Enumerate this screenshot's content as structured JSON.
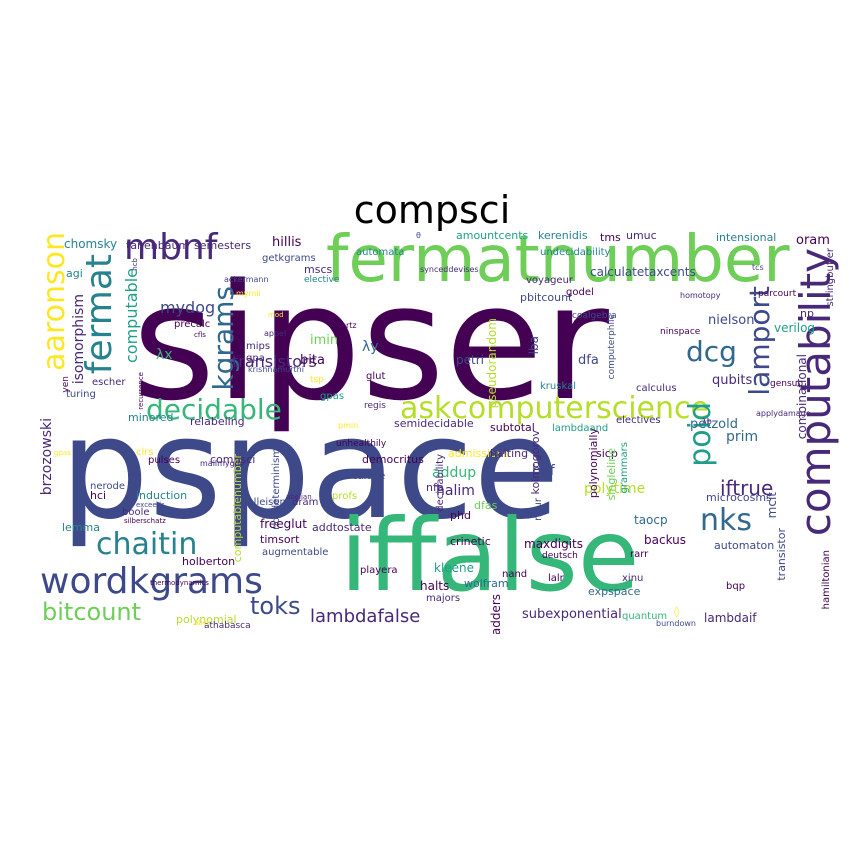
{
  "title": "compsci",
  "palette": [
    "#440154",
    "#482878",
    "#3e4989",
    "#31688e",
    "#26828e",
    "#1f9e89",
    "#35b779",
    "#6ece58",
    "#b5de2b",
    "#fde725"
  ],
  "words": [
    {
      "text": "sipser",
      "color": "#440154"
    },
    {
      "text": "pspace",
      "color": "#3e4989"
    },
    {
      "text": "iffalse",
      "color": "#35b779"
    },
    {
      "text": "fermatnumber",
      "color": "#6ece58"
    },
    {
      "text": "computability",
      "color": "#482878"
    },
    {
      "text": "wordkgrams",
      "color": "#3e4989"
    },
    {
      "text": "mbnf",
      "color": "#482878"
    },
    {
      "text": "fermat",
      "color": "#26828e"
    },
    {
      "text": "askcomputerscience",
      "color": "#b5de2b"
    },
    {
      "text": "decidable",
      "color": "#35b779"
    },
    {
      "text": "chaitin",
      "color": "#26828e"
    },
    {
      "text": "aaronson",
      "color": "#fde725"
    },
    {
      "text": "kgrams",
      "color": "#31688e"
    },
    {
      "text": "lamport",
      "color": "#3e4989"
    },
    {
      "text": "poid",
      "color": "#1f9e89"
    },
    {
      "text": "nks",
      "color": "#31688e"
    },
    {
      "text": "dcg",
      "color": "#31688e"
    },
    {
      "text": "toks",
      "color": "#3e4989"
    },
    {
      "text": "bitcount",
      "color": "#6ece58"
    },
    {
      "text": "lambdafalse",
      "color": "#482878"
    },
    {
      "text": "iftrue",
      "color": "#482878"
    },
    {
      "text": "computable",
      "color": "#1f9e89"
    },
    {
      "text": "isomorphism",
      "color": "#482878"
    },
    {
      "text": "brzozowski",
      "color": "#482878"
    },
    {
      "text": "mydog",
      "color": "#3e4989"
    },
    {
      "text": "transistors",
      "color": "#482878"
    },
    {
      "text": "chomsky",
      "color": "#26828e"
    },
    {
      "text": "tanenbaum",
      "color": "#482878"
    },
    {
      "text": "semesters",
      "color": "#482878"
    },
    {
      "text": "hillis",
      "color": "#440154"
    },
    {
      "text": "mscs",
      "color": "#482878"
    },
    {
      "text": "admissions",
      "color": "#fde725"
    },
    {
      "text": "amountcents",
      "color": "#1f9e89"
    },
    {
      "text": "kerenidis",
      "color": "#26828e"
    },
    {
      "text": "tms",
      "color": "#440154"
    },
    {
      "text": "umuc",
      "color": "#482878"
    },
    {
      "text": "intensional",
      "color": "#26828e"
    },
    {
      "text": "oram",
      "color": "#440154"
    },
    {
      "text": "np",
      "color": "#482878"
    },
    {
      "text": "verilog",
      "color": "#1f9e89"
    },
    {
      "text": "combinational",
      "color": "#482878"
    },
    {
      "text": "stringbuffer",
      "color": "#482878"
    },
    {
      "text": "qubits",
      "color": "#482878"
    },
    {
      "text": "petzold",
      "color": "#31688e"
    },
    {
      "text": "prim",
      "color": "#31688e"
    },
    {
      "text": "nielson",
      "color": "#3e4989"
    },
    {
      "text": "calculatetaxcents",
      "color": "#3e4989"
    },
    {
      "text": "pbitcount",
      "color": "#3e4989"
    },
    {
      "text": "godel",
      "color": "#440154"
    },
    {
      "text": "dfa",
      "color": "#3e4989"
    },
    {
      "text": "lba",
      "color": "#3e4989"
    },
    {
      "text": "pseudorandom",
      "color": "#b5de2b"
    },
    {
      "text": "petri",
      "color": "#3e4989"
    },
    {
      "text": "bita",
      "color": "#440154"
    },
    {
      "text": "imin",
      "color": "#6ece58"
    },
    {
      "text": "λy",
      "color": "#31688e"
    },
    {
      "text": "λx",
      "color": "#35b779"
    },
    {
      "text": "agi",
      "color": "#26828e"
    },
    {
      "text": "turing",
      "color": "#3e4989"
    },
    {
      "text": "escher",
      "color": "#482878"
    },
    {
      "text": "yen",
      "color": "#440154"
    },
    {
      "text": "lemma",
      "color": "#26828e"
    },
    {
      "text": "hci",
      "color": "#440154"
    },
    {
      "text": "induction",
      "color": "#26828e"
    },
    {
      "text": "freeglut",
      "color": "#440154"
    },
    {
      "text": "holberton",
      "color": "#440154"
    },
    {
      "text": "timsort",
      "color": "#440154"
    },
    {
      "text": "polynomial",
      "color": "#b5de2b"
    },
    {
      "text": "addtostate",
      "color": "#482878"
    },
    {
      "text": "democritus",
      "color": "#440154"
    },
    {
      "text": "halting",
      "color": "#482878"
    },
    {
      "text": "addup",
      "color": "#35b779"
    },
    {
      "text": "halim",
      "color": "#482878"
    },
    {
      "text": "bnf",
      "color": "#3e4989"
    },
    {
      "text": "polytime",
      "color": "#b5de2b"
    },
    {
      "text": "taocp",
      "color": "#31688e"
    },
    {
      "text": "backus",
      "color": "#440154"
    },
    {
      "text": "automaton",
      "color": "#3e4989"
    },
    {
      "text": "maxdigits",
      "color": "#440154"
    },
    {
      "text": "crinetic",
      "color": "#440154"
    },
    {
      "text": "kleene",
      "color": "#1f9e89"
    },
    {
      "text": "halts",
      "color": "#440154"
    },
    {
      "text": "wolfram",
      "color": "#31688e"
    },
    {
      "text": "majors",
      "color": "#482878"
    },
    {
      "text": "subexponential",
      "color": "#482878"
    },
    {
      "text": "lambdaif",
      "color": "#482878"
    },
    {
      "text": "quantum",
      "color": "#35b779"
    },
    {
      "text": "adders",
      "color": "#440154"
    },
    {
      "text": "nfa",
      "color": "#482878"
    },
    {
      "text": "phd",
      "color": "#440154"
    },
    {
      "text": "kolmogorov",
      "color": "#482878"
    },
    {
      "text": "decidability",
      "color": "#482878"
    },
    {
      "text": "sicp",
      "color": "#440154"
    },
    {
      "text": "dfas",
      "color": "#6ece58"
    },
    {
      "text": "profs",
      "color": "#b5de2b"
    },
    {
      "text": "dram",
      "color": "#482878"
    },
    {
      "text": "calude",
      "color": "#3e4989"
    },
    {
      "text": "felleisen",
      "color": "#3e4989"
    },
    {
      "text": "minored",
      "color": "#26828e"
    },
    {
      "text": "relabeling",
      "color": "#482878"
    },
    {
      "text": "semidecidable",
      "color": "#482878"
    },
    {
      "text": "subtotal",
      "color": "#440154"
    },
    {
      "text": "lambdaand",
      "color": "#1f9e89"
    },
    {
      "text": "electives",
      "color": "#482878"
    },
    {
      "text": "regis",
      "color": "#482878"
    },
    {
      "text": "glut",
      "color": "#440154"
    },
    {
      "text": "gpas",
      "color": "#1f9e89"
    },
    {
      "text": "kruskal",
      "color": "#26828e"
    },
    {
      "text": "undecidability",
      "color": "#26828e"
    },
    {
      "text": "voyageur",
      "color": "#482878"
    },
    {
      "text": "coalgebra",
      "color": "#3e4989"
    },
    {
      "text": "computerphile",
      "color": "#3e4989"
    },
    {
      "text": "ninspace",
      "color": "#440154"
    },
    {
      "text": "calculus",
      "color": "#482878"
    },
    {
      "text": "mips",
      "color": "#482878"
    },
    {
      "text": "gpa",
      "color": "#482878"
    },
    {
      "text": "precalc",
      "color": "#440154"
    },
    {
      "text": "getkgrams",
      "color": "#3e4989"
    },
    {
      "text": "automata",
      "color": "#26828e"
    },
    {
      "text": "polynomially",
      "color": "#440154"
    },
    {
      "text": "singleline",
      "color": "#6ece58"
    },
    {
      "text": "grammars",
      "color": "#1f9e89"
    },
    {
      "text": "microcosms",
      "color": "#3e4989"
    },
    {
      "text": "mcit",
      "color": "#3e4989"
    },
    {
      "text": "transistor",
      "color": "#3e4989"
    },
    {
      "text": "hamiltonian",
      "color": "#440154"
    },
    {
      "text": "bqp",
      "color": "#440154"
    },
    {
      "text": "xinu",
      "color": "#482878"
    },
    {
      "text": "deutsch",
      "color": "#440154"
    },
    {
      "text": "rarr",
      "color": "#440154"
    },
    {
      "text": "expspace",
      "color": "#31688e"
    },
    {
      "text": "lalr",
      "color": "#440154"
    },
    {
      "text": "nand",
      "color": "#440154"
    },
    {
      "text": "naur",
      "color": "#3e4989"
    },
    {
      "text": "pulses",
      "color": "#440154"
    },
    {
      "text": "clrs",
      "color": "#fde725"
    },
    {
      "text": "compsci",
      "color": "#482878"
    },
    {
      "text": "augmentable",
      "color": "#3e4989"
    },
    {
      "text": "playera",
      "color": "#440154"
    },
    {
      "text": "computablenumber",
      "color": "#b5de2b"
    },
    {
      "text": "nondeterminism",
      "color": "#3e4989"
    },
    {
      "text": "unhealthily",
      "color": "#440154"
    },
    {
      "text": "athabasca",
      "color": "#482878"
    },
    {
      "text": "burndown",
      "color": "#3e4989"
    },
    {
      "text": "elective",
      "color": "#26828e"
    },
    {
      "text": "tsp",
      "color": "#fde725"
    },
    {
      "text": "synceddevises",
      "color": "#482878"
    },
    {
      "text": "homotopy",
      "color": "#482878"
    },
    {
      "text": "parcourt",
      "color": "#440154"
    },
    {
      "text": "applydamage",
      "color": "#482878"
    },
    {
      "text": "tcs",
      "color": "#3e4989"
    },
    {
      "text": "gensub",
      "color": "#440154"
    },
    {
      "text": "krishnamurthi",
      "color": "#3e4989"
    },
    {
      "text": "ackermann",
      "color": "#3e4989"
    },
    {
      "text": "hcb",
      "color": "#482878"
    },
    {
      "text": "λb",
      "color": "#482878"
    },
    {
      "text": "pmin",
      "color": "#fde725"
    },
    {
      "text": "nerode",
      "color": "#3e4989"
    },
    {
      "text": "exceeds",
      "color": "#3e4989"
    },
    {
      "text": "silberschatz",
      "color": "#440154"
    },
    {
      "text": "thermodynamics",
      "color": "#440154"
    },
    {
      "text": "abet",
      "color": "#fde725"
    },
    {
      "text": "boole",
      "color": "#482878"
    },
    {
      "text": "mailmygov",
      "color": "#482878"
    },
    {
      "text": "hertz",
      "color": "#440154"
    },
    {
      "text": "appel",
      "color": "#482878"
    },
    {
      "text": "mymii",
      "color": "#fde725"
    },
    {
      "text": "cfls",
      "color": "#440154"
    },
    {
      "text": "recurrence",
      "color": "#440154"
    },
    {
      "text": "gpas",
      "color": "#fde725"
    },
    {
      "text": "abelian",
      "color": "#482878"
    },
    {
      "text": "mod",
      "color": "#fde725"
    },
    {
      "text": "θ",
      "color": "#3e4989"
    },
    {
      "text": "◊",
      "color": "#fde725"
    }
  ]
}
